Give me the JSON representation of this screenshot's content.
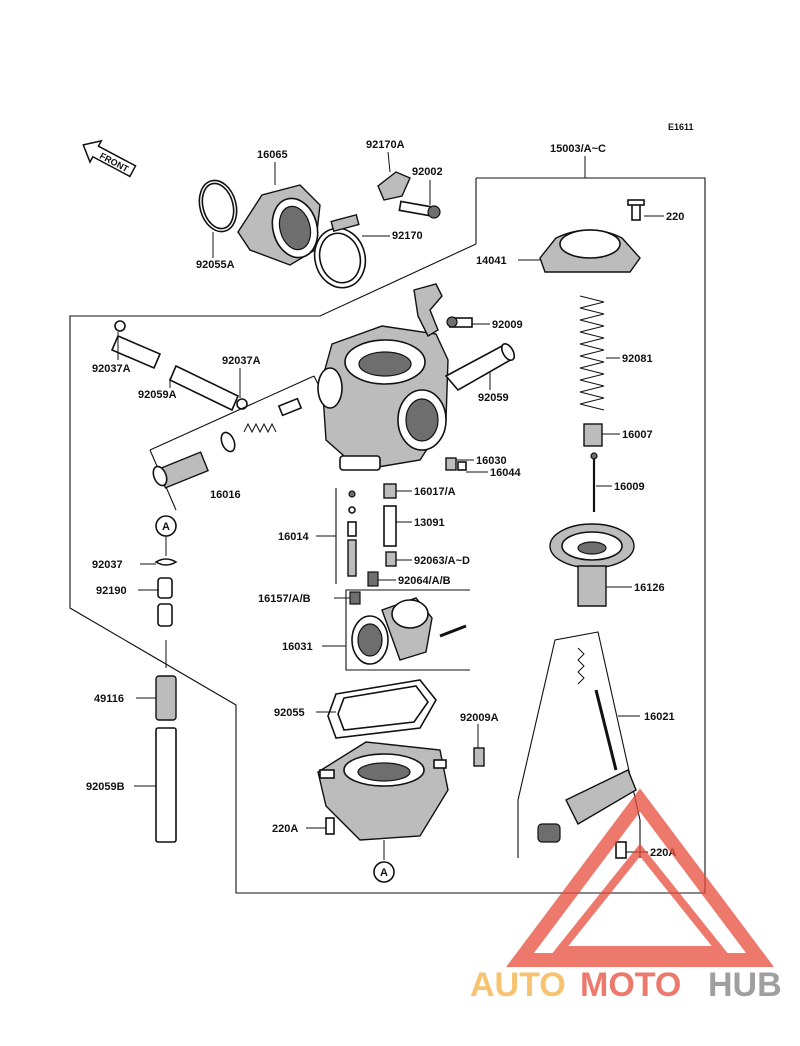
{
  "diagram": {
    "code": "E1611",
    "front_label": "FRONT",
    "assembly_label": "15003/A~C",
    "parts": {
      "p16065": "16065",
      "p92170A": "92170A",
      "p92002": "92002",
      "p92170": "92170",
      "p92055A": "92055A",
      "p220": "220",
      "p14041": "14041",
      "p92081": "92081",
      "p16007": "16007",
      "p16009": "16009",
      "p16126": "16126",
      "p92009": "92009",
      "p92059": "92059",
      "p92037A_left": "92037A",
      "p92059A": "92059A",
      "p92037A_right": "92037A",
      "p16030": "16030",
      "p16044": "16044",
      "p16016": "16016",
      "p16017A": "16017/A",
      "p13091": "13091",
      "p16014": "16014",
      "p92063": "92063/A~D",
      "p92064": "92064/A/B",
      "p16157": "16157/A/B",
      "p16031": "16031",
      "p92037": "92037",
      "p92190": "92190",
      "p49116": "49116",
      "p92059B": "92059B",
      "p92055": "92055",
      "p92009A": "92009A",
      "p16021": "16021",
      "p220A_left": "220A",
      "p220A_right": "220A"
    },
    "ref_markers": {
      "top": "A",
      "bottom": "A"
    }
  },
  "watermark": {
    "brand_part1": "AUTO",
    "brand_part2": "MOTO",
    "brand_part3": "HUB",
    "color_orange": "#f5b041",
    "color_red": "#e74c3c",
    "color_gray": "#7f7f7f"
  }
}
